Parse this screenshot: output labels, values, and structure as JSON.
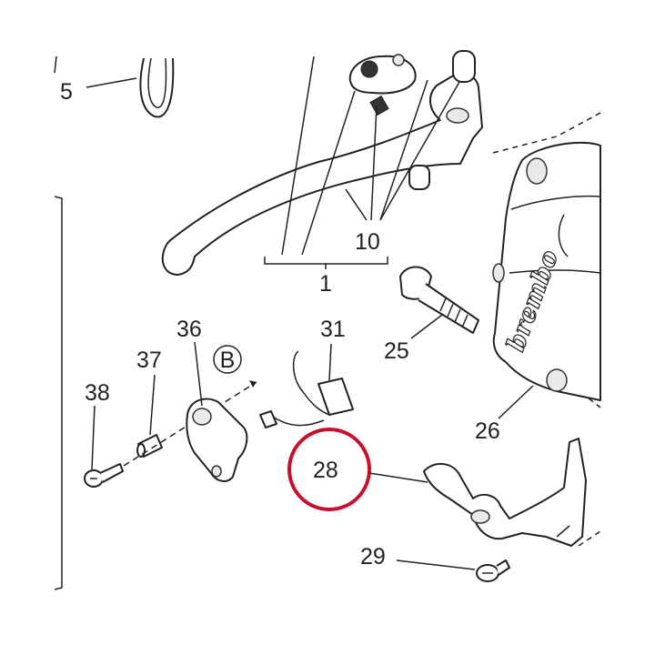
{
  "diagram": {
    "callouts": [
      "5",
      "10",
      "1",
      "36",
      "31",
      "37",
      "38",
      "25",
      "26",
      "28",
      "29"
    ],
    "section_marker": "B",
    "brand_lettering": "brembo",
    "highlight": {
      "target": "28",
      "color": "#c8102e"
    }
  }
}
